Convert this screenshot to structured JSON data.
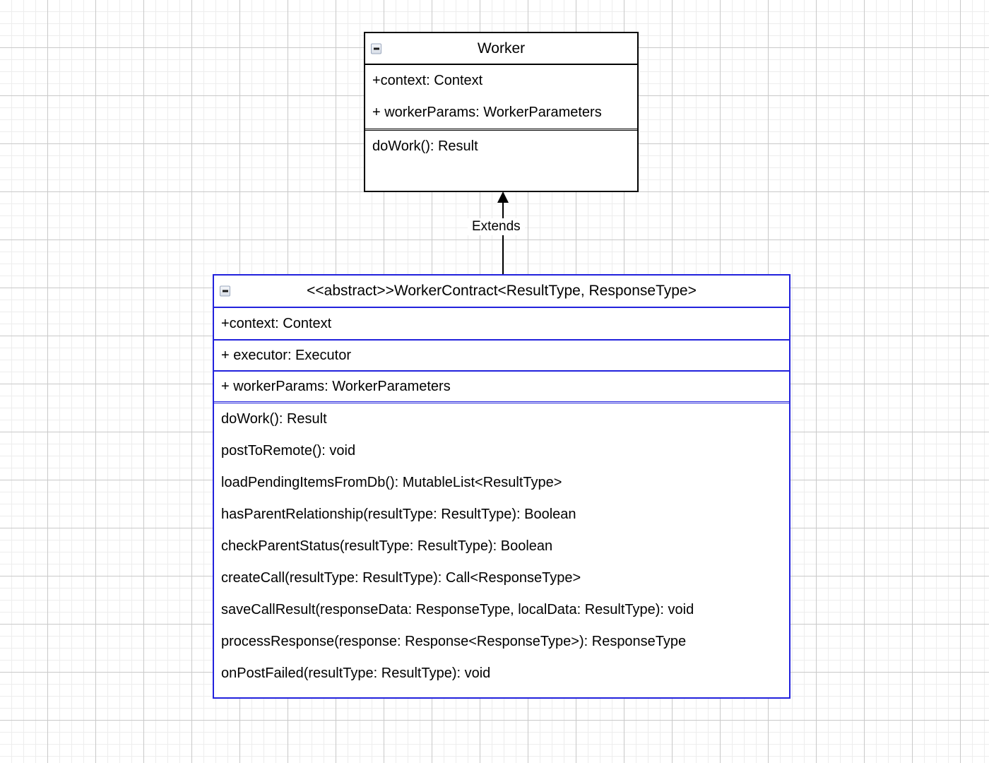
{
  "diagram": {
    "type": "uml-class-diagram",
    "background": "graph-paper-grid",
    "classes": [
      {
        "id": "worker",
        "name": "Worker",
        "stereotype": "",
        "border_color": "#000000",
        "collapse_icon": "minus-icon",
        "attributes": [
          "+context:  Context",
          "+ workerParams: WorkerParameters"
        ],
        "operations": [
          "doWork(): Result"
        ]
      },
      {
        "id": "worker-contract",
        "name": "<<abstract>>WorkerContract<ResultType, ResponseType>",
        "stereotype": "<<abstract>>",
        "border_color": "#2222dd",
        "collapse_icon": "minus-icon",
        "attributes": [
          "+context:  Context",
          "+ executor: Executor",
          "+ workerParams: WorkerParameters"
        ],
        "operations": [
          "doWork(): Result",
          "postToRemote(): void",
          "loadPendingItemsFromDb(): MutableList<ResultType>",
          "hasParentRelationship(resultType: ResultType): Boolean",
          "checkParentStatus(resultType: ResultType): Boolean",
          "createCall(resultType: ResultType): Call<ResponseType>",
          "saveCallResult(responseData: ResponseType, localData: ResultType): void",
          "processResponse(response: Response<ResponseType>): ResponseType",
          "onPostFailed(resultType: ResultType): void"
        ]
      }
    ],
    "relationships": [
      {
        "id": "extends",
        "label": "Extends",
        "from": "worker-contract",
        "to": "worker",
        "arrow": "filled-triangle-up",
        "line_color": "#000000"
      }
    ]
  }
}
